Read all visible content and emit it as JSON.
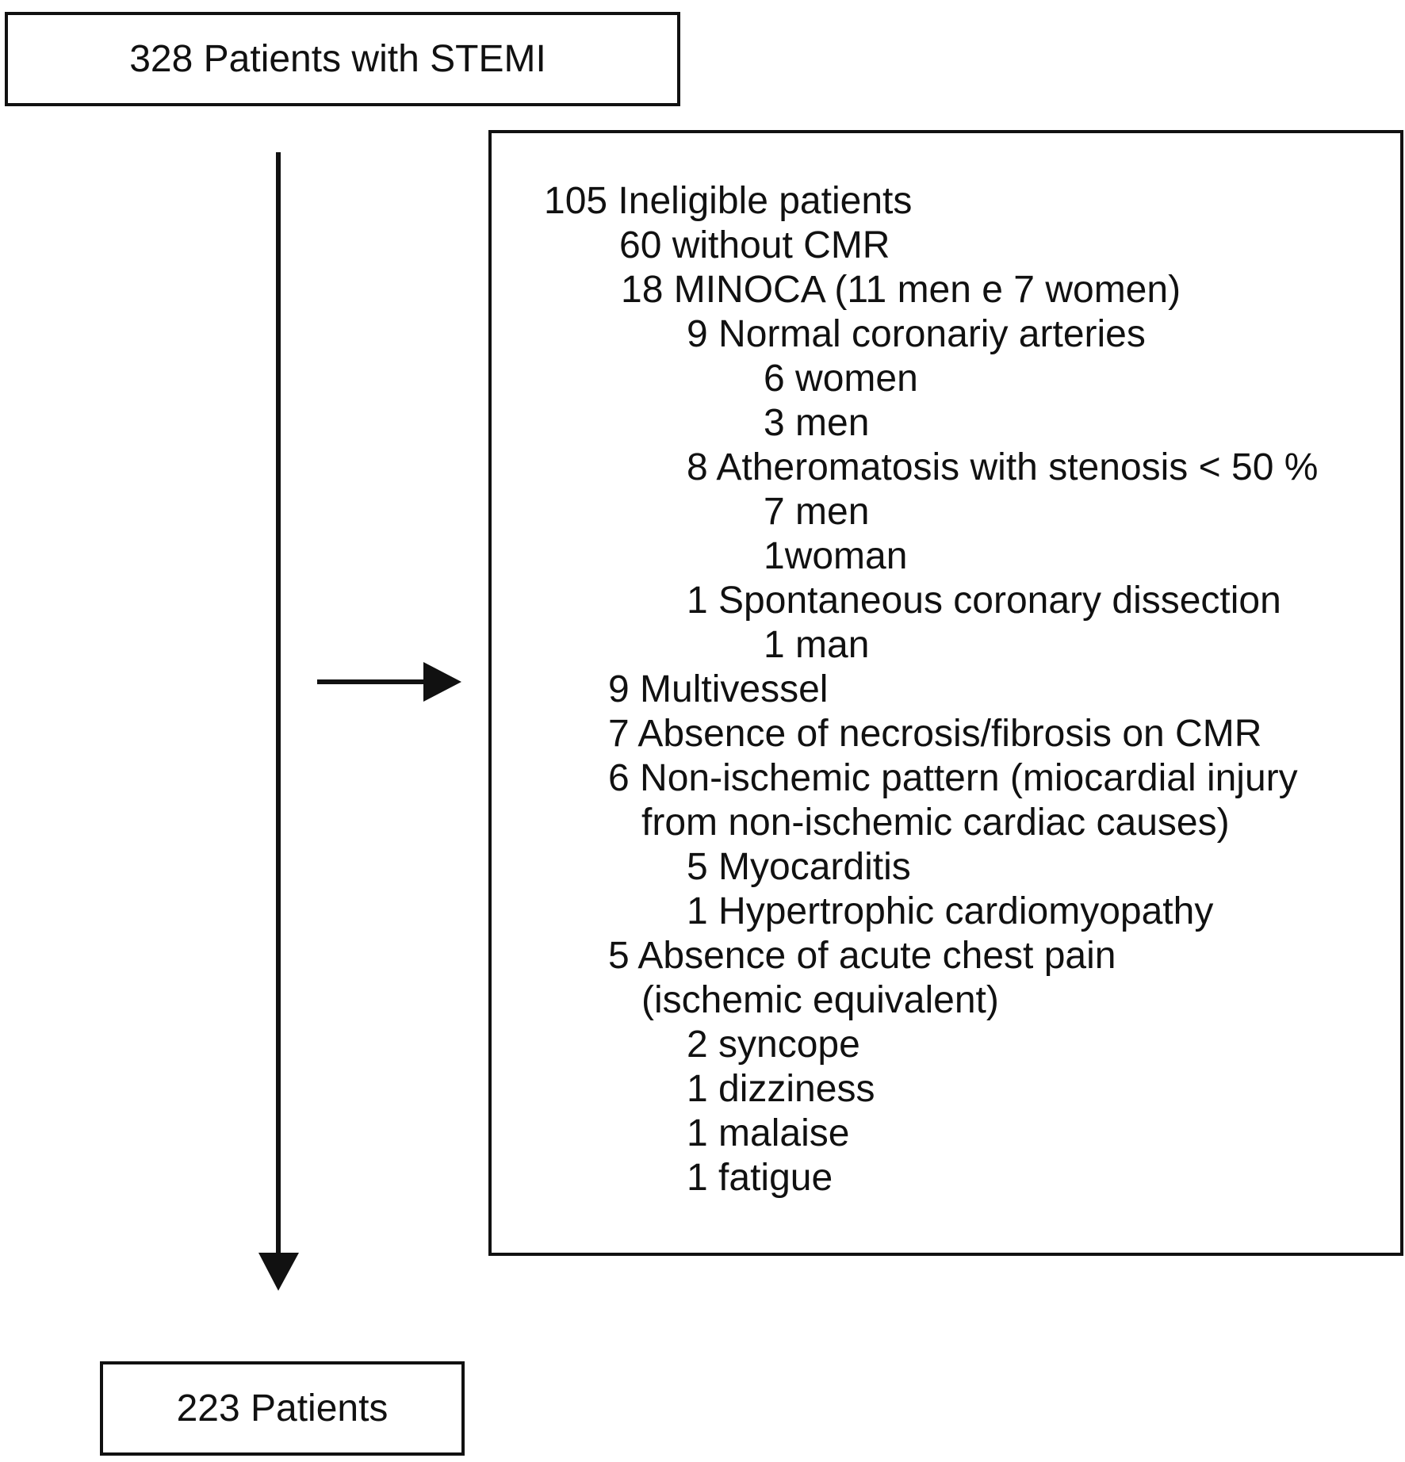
{
  "flowchart": {
    "top_box": "328 Patients with STEMI",
    "bottom_box": "223 Patients",
    "exclusions": [
      "105 Ineligible patients",
      "60 without CMR",
      "18 MINOCA (11 men e 7 women)",
      "9 Normal coronariy arteries",
      "6 women",
      "3 men",
      "8 Atheromatosis with stenosis < 50 %",
      "7 men",
      "1woman",
      "1 Spontaneous coronary dissection",
      "1 man",
      "9 Multivessel",
      "7 Absence of necrosis/fibrosis on CMR",
      "6 Non-ischemic pattern (miocardial injury",
      "from non-ischemic cardiac causes)",
      "5 Myocarditis",
      "1 Hypertrophic cardiomyopathy",
      "5 Absence of acute chest pain",
      "(ischemic equivalent)",
      "2 syncope",
      "1 dizziness",
      "1 malaise",
      "1 fatigue"
    ]
  }
}
